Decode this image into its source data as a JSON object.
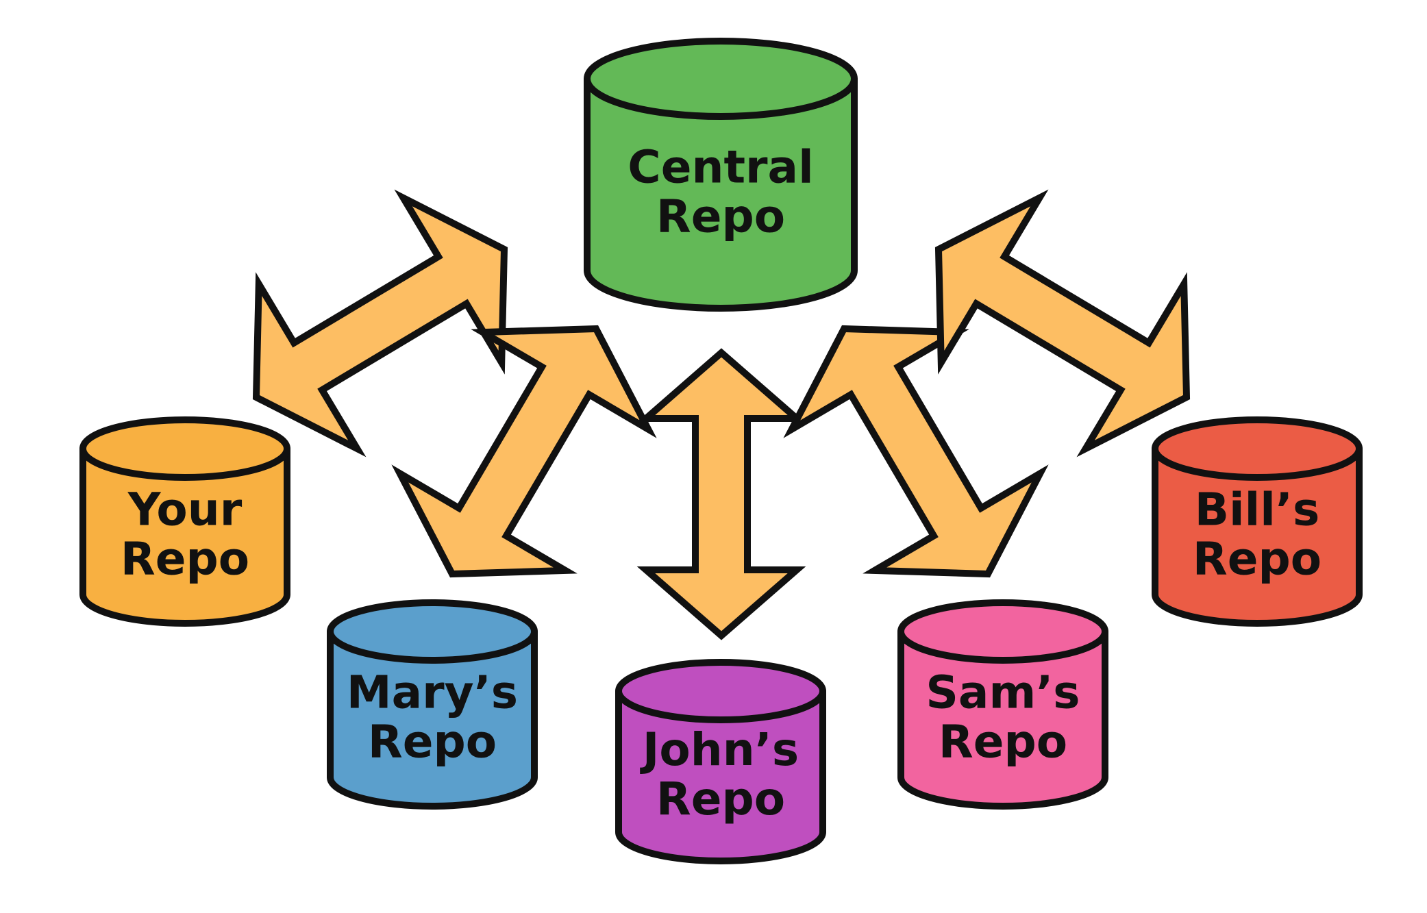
{
  "repos": [
    {
      "id": "central",
      "line1": "Central",
      "line2": "Repo",
      "color": "#63b957"
    },
    {
      "id": "yours",
      "line1": "Your",
      "line2": "Repo",
      "color": "#f8b041"
    },
    {
      "id": "mary",
      "line1": "Mary’s",
      "line2": "Repo",
      "color": "#5b9fcc"
    },
    {
      "id": "john",
      "line1": "John’s",
      "line2": "Repo",
      "color": "#bf4fbf"
    },
    {
      "id": "sam",
      "line1": "Sam’s",
      "line2": "Repo",
      "color": "#f2649f"
    },
    {
      "id": "bill",
      "line1": "Bill’s",
      "line2": "Repo",
      "color": "#eb5c45"
    }
  ],
  "arrows": [
    {
      "between": [
        "central",
        "yours"
      ]
    },
    {
      "between": [
        "central",
        "mary"
      ]
    },
    {
      "between": [
        "central",
        "john"
      ]
    },
    {
      "between": [
        "central",
        "sam"
      ]
    },
    {
      "between": [
        "central",
        "bill"
      ]
    }
  ],
  "colors": {
    "arrow": "#fdbe63",
    "stroke": "#111111",
    "background": "#ffffff"
  }
}
